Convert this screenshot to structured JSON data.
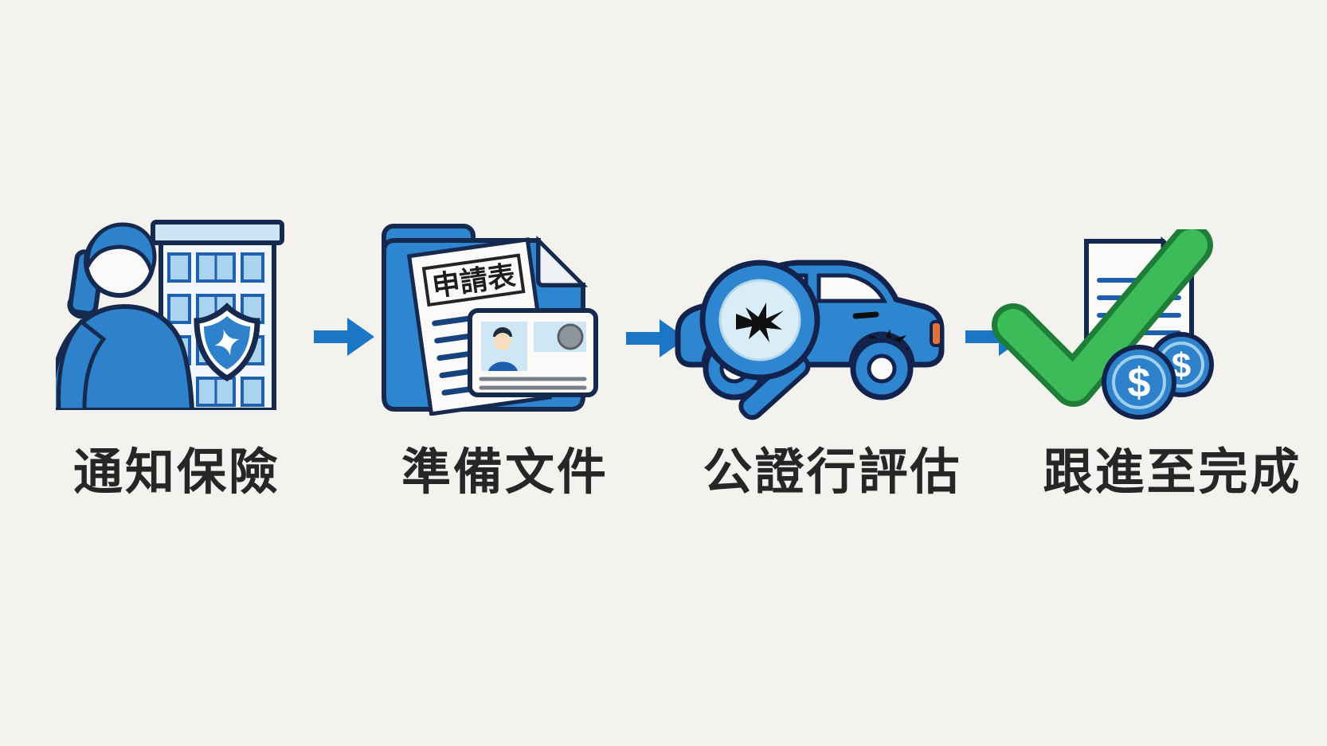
{
  "page": {
    "kind": "process-flow-infographic",
    "background_color": "#f4f2ef",
    "step_count": 4
  },
  "colors": {
    "primary_blue": "#2e82cb",
    "outline_navy": "#16294f",
    "light_blue": "#b9dcf2",
    "lighter_panel": "#d8edf6",
    "arrow_blue": "#1b76c6",
    "check_green": "#3cbb58",
    "check_green_dark": "#1e7e38",
    "tail_light_orange": "#e4713c",
    "label_text": "#262626",
    "paper_white": "#fbfaf8"
  },
  "flow": {
    "connector_icon": "right-arrow-icon",
    "steps": [
      {
        "label": "通知保險",
        "icon": "person-phone-insurance-building-icon"
      },
      {
        "label": "準備文件",
        "icon": "folder-application-form-id-card-icon",
        "form_title": "申請表"
      },
      {
        "label": "公證行評估",
        "icon": "magnifier-damaged-car-icon"
      },
      {
        "label": "跟進至完成",
        "icon": "checkmark-document-coins-icon",
        "coin_symbol": "$",
        "coin_symbol_2": "$"
      }
    ]
  }
}
